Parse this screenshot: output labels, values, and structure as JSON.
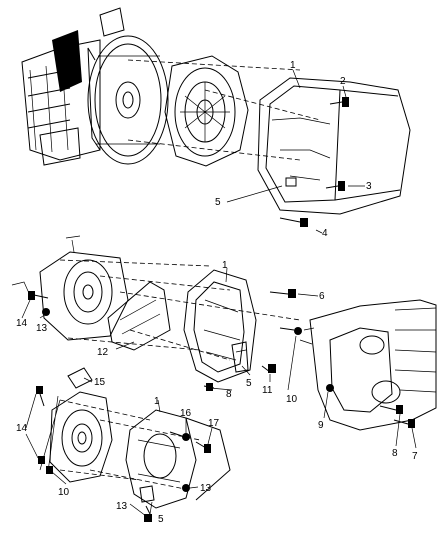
{
  "callouts": {
    "a1": "1",
    "a2": "2",
    "a3": "3",
    "a4": "4",
    "a5": "5",
    "b1": "1",
    "b5": "5",
    "b6": "6",
    "b7": "7",
    "b8a": "8",
    "b8b": "8",
    "b9": "9",
    "b10": "10",
    "b11": "11",
    "b12": "12",
    "b13": "13",
    "b14": "14",
    "c1": "1",
    "c5": "5",
    "c10": "10",
    "c13a": "13",
    "c13b": "13",
    "c14": "14",
    "c15": "15",
    "c16": "16",
    "c17": "17"
  }
}
